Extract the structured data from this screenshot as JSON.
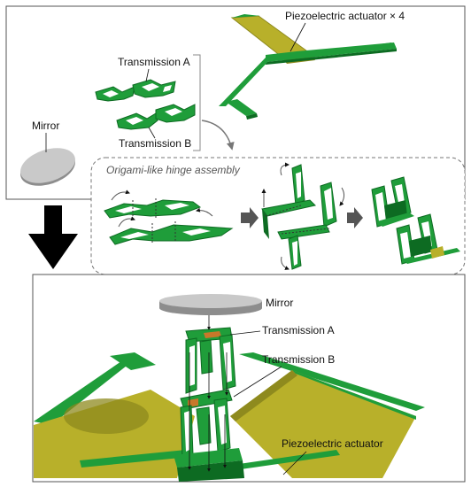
{
  "panels": {
    "top": {
      "labels": {
        "actuator": "Piezoelectric actuator × 4",
        "transmission_a": "Transmission A",
        "transmission_b": "Transmission B",
        "mirror": "Mirror"
      }
    },
    "assembly": {
      "title": "Origami-like hinge assembly"
    },
    "bottom": {
      "labels": {
        "mirror": "Mirror",
        "transmission_a": "Transmission A",
        "transmission_b": "Transmission B",
        "actuator": "Piezoelectric actuator"
      }
    }
  },
  "colors": {
    "green": "#1f9d3a",
    "dark_green": "#0d6b22",
    "olive": "#b8b02a",
    "olive_dark": "#8e8a1e",
    "mirror_top": "#c9c9c9",
    "mirror_side": "#8d8d8d",
    "hinge": "#c8782a"
  },
  "icons": [
    "down-arrow-icon",
    "right-arrow-icon",
    "curved-arrow-icon"
  ]
}
